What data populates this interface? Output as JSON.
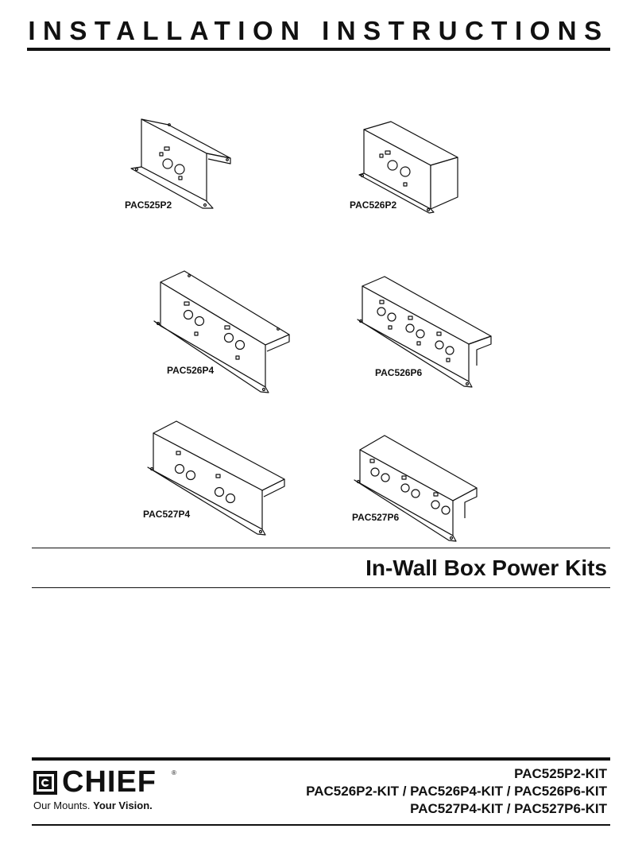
{
  "header": {
    "title": "INSTALLATION INSTRUCTIONS"
  },
  "figures": [
    {
      "label": "PAC525P2",
      "icon": "power-box-2-outlet-open-icon"
    },
    {
      "label": "PAC526P2",
      "icon": "power-box-2-outlet-closed-icon"
    },
    {
      "label": "PAC526P4",
      "icon": "power-box-4-outlet-icon"
    },
    {
      "label": "PAC526P6",
      "icon": "power-box-6-outlet-icon"
    },
    {
      "label": "PAC527P4",
      "icon": "power-box-4-outlet-icon"
    },
    {
      "label": "PAC527P6",
      "icon": "power-box-6-outlet-icon"
    }
  ],
  "product": {
    "title": "In-Wall Box Power Kits"
  },
  "brand": {
    "name": "CHIEF",
    "registered": "®",
    "tagline_a": "Our Mounts. ",
    "tagline_b": "Your Vision."
  },
  "kits": {
    "line1": "PAC525P2-KIT",
    "line2": "PAC526P2-KIT / PAC526P4-KIT / PAC526P6-KIT",
    "line3": "PAC527P4-KIT / PAC527P6-KIT"
  }
}
